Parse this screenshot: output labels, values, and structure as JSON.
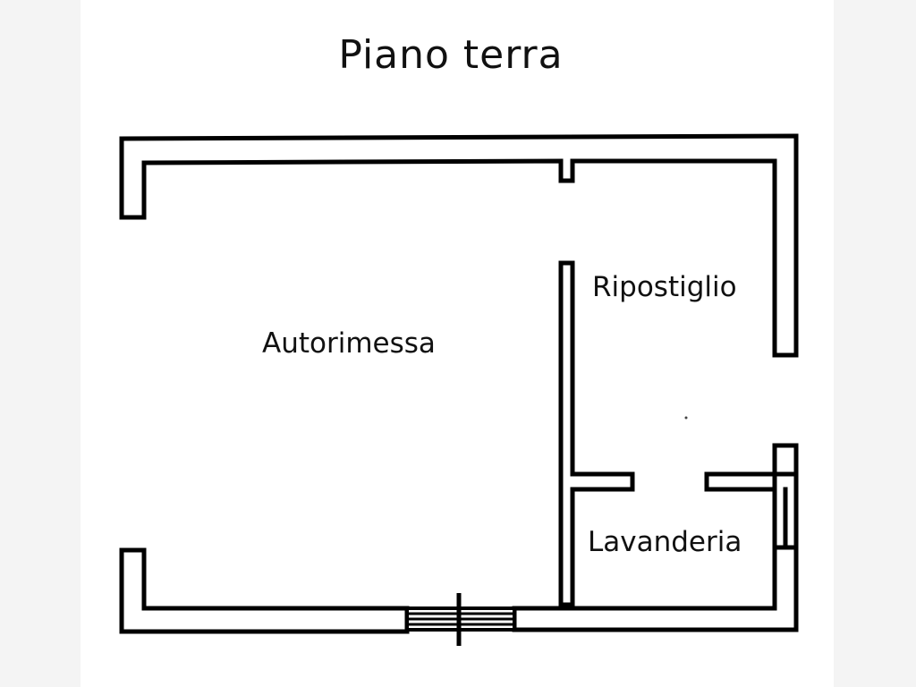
{
  "title": "Piano terra",
  "rooms": {
    "autorimessa": "Autorimessa",
    "ripostiglio": "Ripostiglio",
    "lavanderia": "Lavanderia"
  },
  "colors": {
    "wall": "#000000",
    "fill": "#ffffff"
  }
}
